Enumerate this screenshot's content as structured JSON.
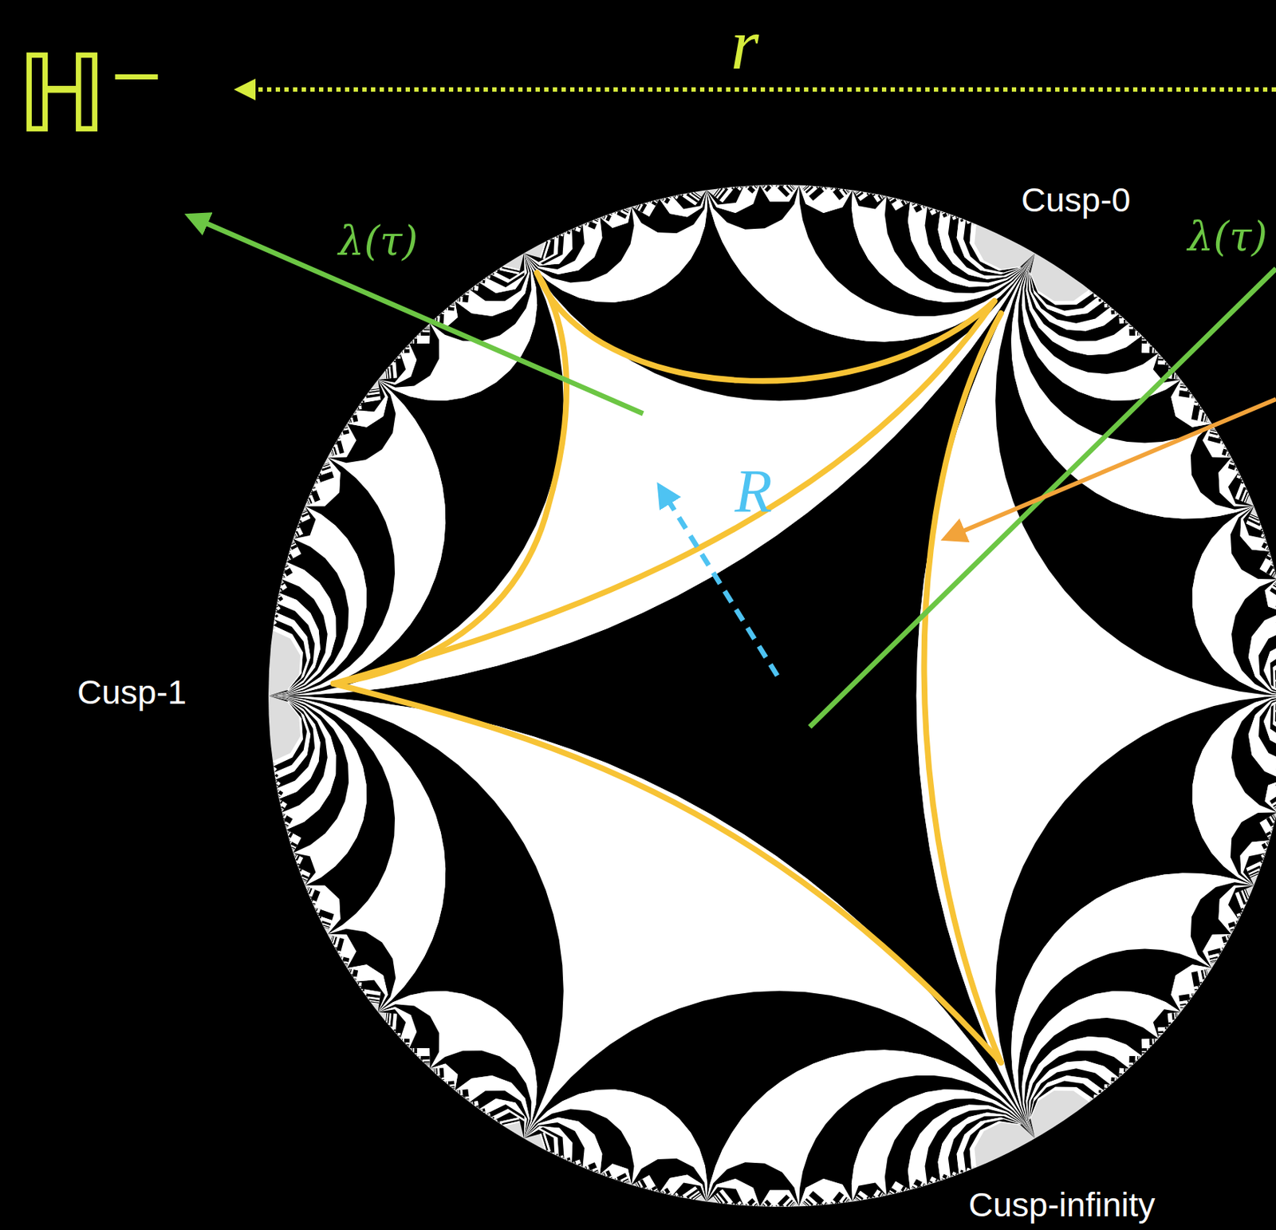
{
  "diagram": {
    "labels": [
      "ℍ⁻",
      "r",
      "λ(τ)",
      "λ(τ)",
      "R",
      "Cusp-0",
      "Cusp-1",
      "Cusp-infinity"
    ]
  }
}
